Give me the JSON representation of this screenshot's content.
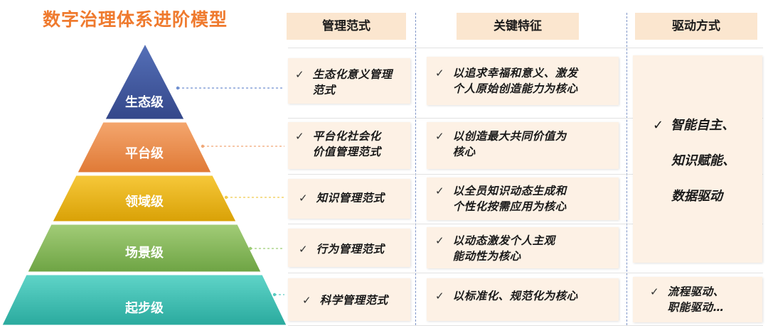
{
  "title": "数字治理体系进阶模型",
  "columns": [
    "管理范式",
    "关键特征",
    "驱动方式"
  ],
  "levels": [
    {
      "name": "生态级",
      "color": "#3f579e"
    },
    {
      "name": "平台级",
      "color": "#e9884a"
    },
    {
      "name": "领域级",
      "color": "#e8b20c"
    },
    {
      "name": "场景级",
      "color": "#84b55b"
    },
    {
      "name": "起步级",
      "color": "#3dbfb2"
    }
  ],
  "rows": [
    {
      "paradigm": [
        "生态化意义管理",
        "范式"
      ],
      "feature": [
        "以追求幸福和意义、激发",
        "个人原始创造能力为核心"
      ]
    },
    {
      "paradigm": [
        "平台化社会化",
        "价值管理范式"
      ],
      "feature": [
        "以创造最大共同价值为",
        "核心"
      ]
    },
    {
      "paradigm": [
        "知识管理范式"
      ],
      "feature": [
        "以全员知识动态生成和",
        "个性化按需应用为核心"
      ]
    },
    {
      "paradigm": [
        "行为管理范式"
      ],
      "feature": [
        "以动态激发个人主观",
        "能动性为核心"
      ]
    },
    {
      "paradigm": [
        "科学管理范式"
      ],
      "feature": [
        "以标准化、规范化为核心"
      ]
    }
  ],
  "drive_top": {
    "check": "✓",
    "lines": [
      "智能自主、",
      "知识赋能、",
      "数据驱动"
    ]
  },
  "drive_bottom": {
    "check": "✓",
    "lines": [
      "流程驱动、",
      "职能驱动…"
    ]
  },
  "check": "✓"
}
